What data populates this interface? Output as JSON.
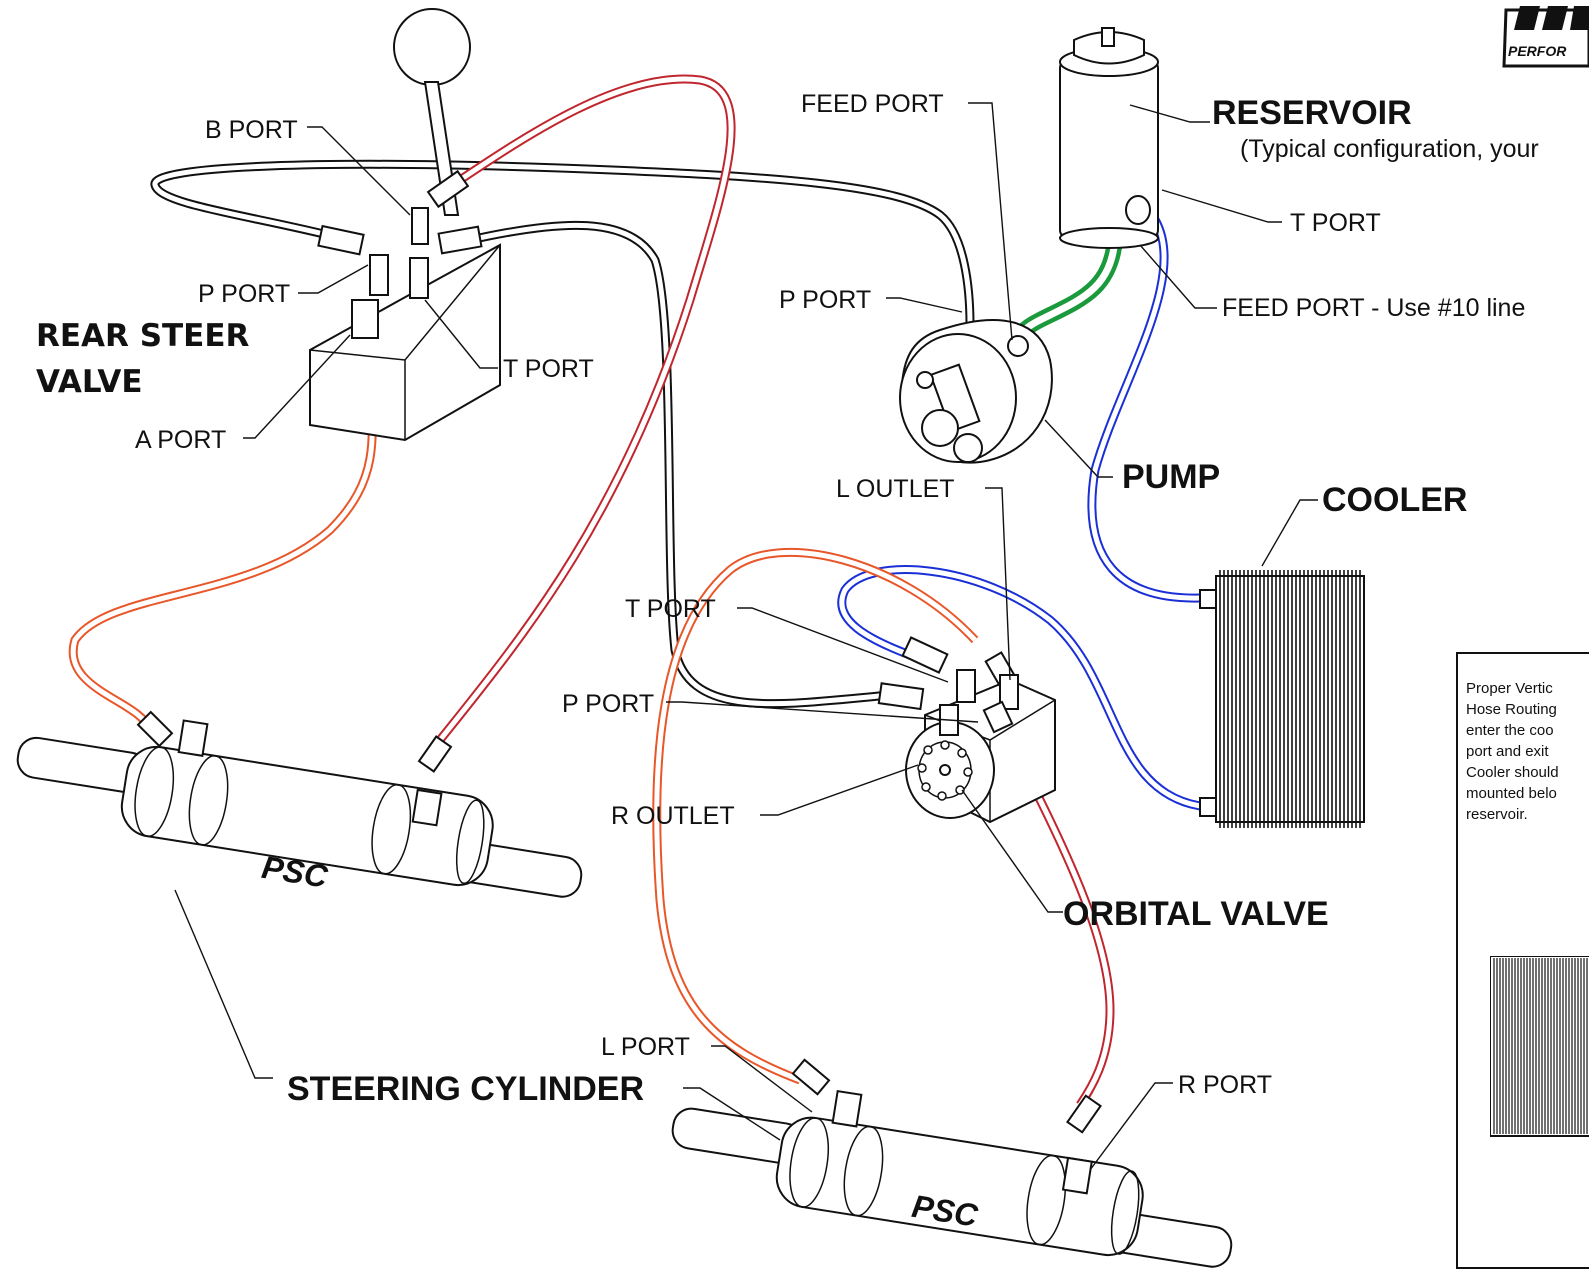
{
  "labels": {
    "b_port_valve": "B  PORT",
    "p_port_valve": "P  PORT",
    "t_port_valve": "T PORT",
    "a_port": "A  PORT",
    "rear_steer_line1": "REAR STEER",
    "rear_steer_line2": "VALVE",
    "feed_port_pump": "FEED PORT",
    "p_port_pump": "P  PORT",
    "reservoir": "RESERVOIR",
    "reservoir_sub": "(Typical configuration, your",
    "t_port_reservoir": "T PORT",
    "feed_port_reservoir": "FEED PORT - Use #10 line",
    "pump": "PUMP",
    "l_outlet": "L  OUTLET",
    "cooler": "COOLER",
    "t_port_orbital": "T PORT",
    "p_port_orbital": "P  PORT",
    "r_outlet": "R OUTLET",
    "orbital_valve": "ORBITAL VALVE",
    "psc_rear": "PSC",
    "psc_front": "PSC",
    "steering_cylinder": "STEERING CYLINDER",
    "l_port": "L PORT",
    "r_port": "R PORT"
  },
  "note": {
    "line1": "Proper Vertic",
    "line2": "Hose Routing",
    "line3": "enter the coo",
    "line4": "port and exit",
    "line5": "Cooler should",
    "line6": "mounted belo",
    "line7": "reservoir."
  },
  "logo": {
    "text": "PERFOR"
  },
  "colors": {
    "pressure_red": "#c0262d",
    "return_orange": "#e8572a",
    "cooler_blue": "#1a2fd6",
    "feed_green": "#1a9a3c",
    "supply_black": "#111111"
  }
}
